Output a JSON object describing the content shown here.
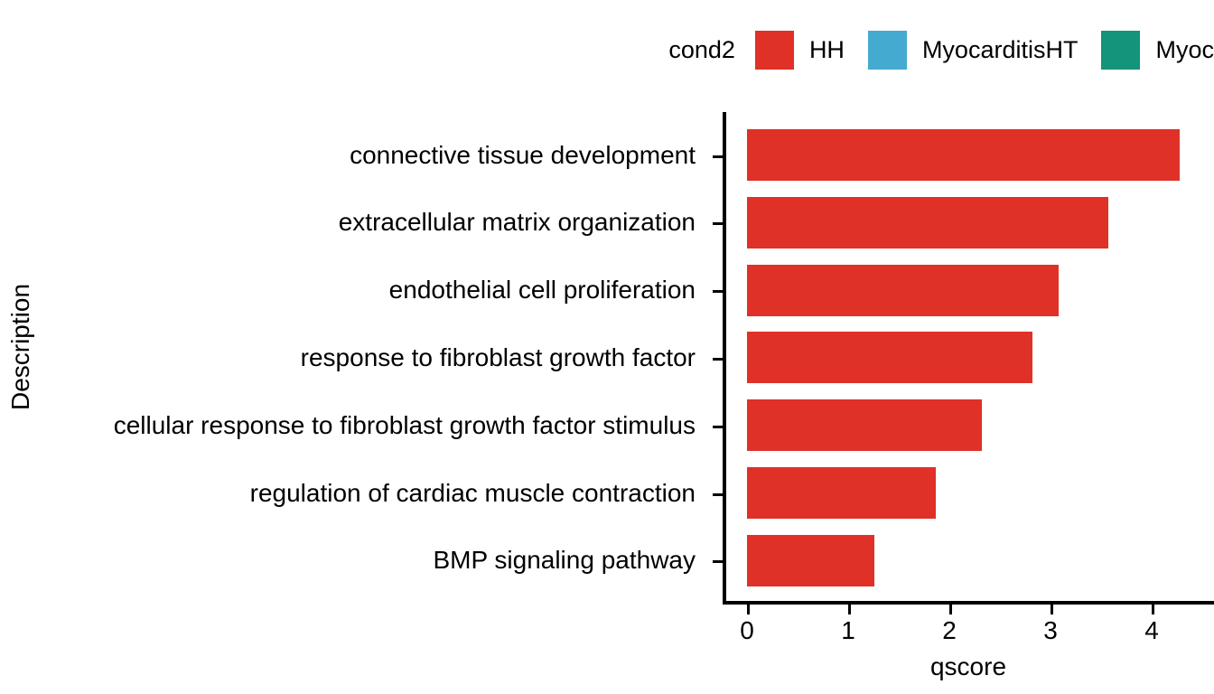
{
  "legend": {
    "title": "cond2",
    "entries": [
      {
        "label": "HH",
        "color": "#df3127"
      },
      {
        "label": "MyocarditisHT",
        "color": "#45aacf"
      },
      {
        "label": "Myocarditis",
        "color": "#13947b"
      }
    ]
  },
  "chart_data": {
    "type": "bar",
    "orientation": "horizontal",
    "title": "",
    "xlabel": "qscore",
    "ylabel": "Description",
    "xlim": [
      0,
      4.6
    ],
    "xticks": [
      "0",
      "1",
      "2",
      "3",
      "4"
    ],
    "xtick_values": [
      0,
      1,
      2,
      3,
      4
    ],
    "grid": false,
    "legend_position": "top-right",
    "legend_title": "cond2",
    "series": [
      {
        "name": "HH",
        "color": "#df3127",
        "categories": [
          "connective tissue development",
          "extracellular matrix organization",
          "endothelial cell proliferation",
          "response to fibroblast growth factor",
          "cellular response to fibroblast growth factor stimulus",
          "regulation of cardiac muscle contraction",
          "BMP signaling pathway"
        ],
        "values": [
          4.28,
          3.57,
          3.08,
          2.82,
          2.32,
          1.87,
          1.26
        ]
      }
    ]
  }
}
